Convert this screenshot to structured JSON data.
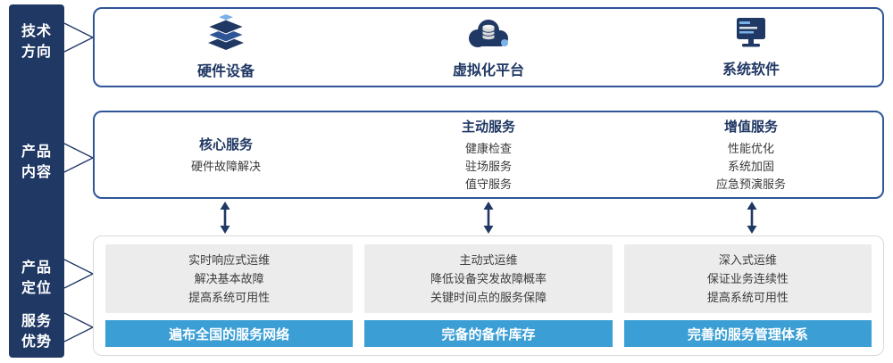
{
  "sidebar": {
    "items": [
      {
        "line1": "技术",
        "line2": "方向"
      },
      {
        "line1": "产品",
        "line2": "内容"
      },
      {
        "line1": "产品",
        "line2": "定位"
      },
      {
        "line1": "服务",
        "line2": "优势"
      }
    ]
  },
  "tech_row": {
    "items": [
      {
        "label": "硬件设备",
        "icon": "server-stack-icon"
      },
      {
        "label": "虚拟化平台",
        "icon": "cloud-platform-icon"
      },
      {
        "label": "系统软件",
        "icon": "system-software-icon"
      }
    ]
  },
  "services_row": {
    "columns": [
      {
        "heading": "核心服务",
        "items": [
          "硬件故障解决"
        ]
      },
      {
        "heading": "主动服务",
        "items": [
          "健康检查",
          "驻场服务",
          "值守服务"
        ]
      },
      {
        "heading": "增值服务",
        "items": [
          "性能优化",
          "系统加固",
          "应急预演服务"
        ]
      }
    ]
  },
  "positioning_row": {
    "columns": [
      {
        "lines": [
          "实时响应式运维",
          "解决基本故障",
          "提高系统可用性"
        ],
        "banner": "遍布全国的服务网络"
      },
      {
        "lines": [
          "主动式运维",
          "降低设备突发故障概率",
          "关键时间点的服务保障"
        ],
        "banner": "完备的备件库存"
      },
      {
        "lines": [
          "深入式运维",
          "保证业务连续性",
          "提高系统可用性"
        ],
        "banner": "完善的服务管理体系"
      }
    ]
  },
  "colors": {
    "navy": "#203864",
    "box_border_blue": "#2f5597",
    "banner_blue": "#3b9ed5",
    "panel_gray": "#ececec",
    "accent_light_blue": "#7ab1e8"
  }
}
